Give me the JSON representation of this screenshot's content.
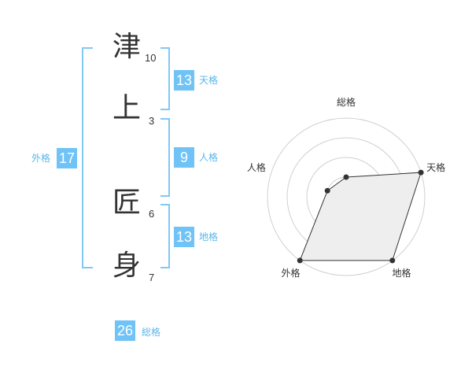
{
  "name": {
    "chars": [
      {
        "char": "津",
        "strokes": "10"
      },
      {
        "char": "上",
        "strokes": "3"
      },
      {
        "char": "匠",
        "strokes": "6"
      },
      {
        "char": "身",
        "strokes": "7"
      }
    ]
  },
  "kakusu": {
    "tenkaku": {
      "value": "13",
      "label": "天格"
    },
    "jinkaku": {
      "value": "9",
      "label": "人格"
    },
    "chikaku": {
      "value": "13",
      "label": "地格"
    },
    "gaikaku": {
      "value": "17",
      "label": "外格"
    },
    "soukaku": {
      "value": "26",
      "label": "総格"
    }
  },
  "chart_data": {
    "type": "radar",
    "axes": [
      "総格",
      "天格",
      "地格",
      "外格",
      "人格"
    ],
    "rings": 4,
    "max": 4,
    "values": [
      1,
      4,
      4,
      4,
      1
    ]
  },
  "colors": {
    "accent": "#6fc3f7",
    "bracket": "#82c8f4",
    "label": "#5ab6ec",
    "radar_fill": "#eeeeee",
    "radar_line": "#333333"
  }
}
